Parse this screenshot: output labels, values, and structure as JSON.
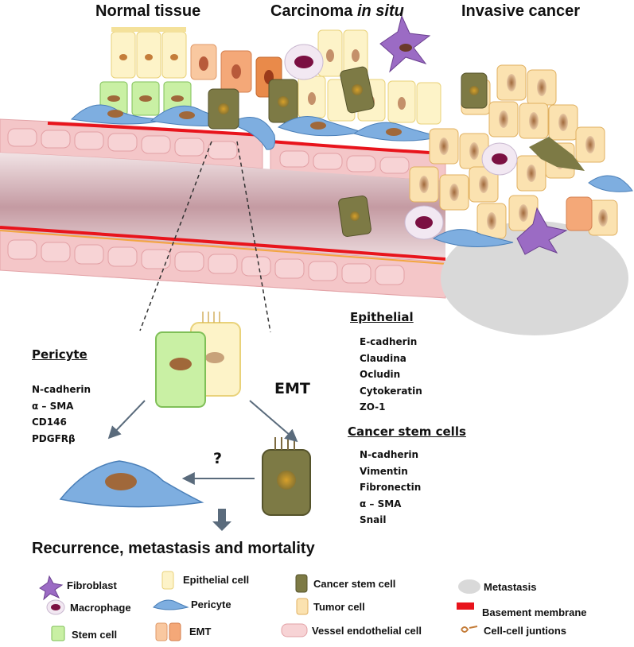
{
  "headers": {
    "normal": "Normal tissue",
    "cis_prefix": "Carcinoma ",
    "cis_italic": "in situ",
    "invasive": "Invasive cancer"
  },
  "pericyte": {
    "title": "Pericyte",
    "markers": [
      "N-cadherin",
      "α – SMA",
      "CD146",
      "PDGFRβ"
    ]
  },
  "epithelial": {
    "title": "Epithelial",
    "markers": [
      "E-cadherin",
      "Claudina",
      "Ocludin",
      "Cytokeratin",
      "ZO-1"
    ]
  },
  "csc": {
    "title": "Cancer stem cells",
    "markers": [
      "N-cadherin",
      "Vimentin",
      "Fibronectin",
      "α – SMA",
      "Snail"
    ]
  },
  "labels": {
    "emt": "EMT",
    "question": "?",
    "outcome": "Recurrence, metastasis and mortality"
  },
  "legend": {
    "fibroblast": "Fibroblast",
    "macrophage": "Macrophage",
    "stem_cell": "Stem cell",
    "epithelial_cell": "Epithelial cell",
    "pericyte": "Pericyte",
    "emt": "EMT",
    "cancer_stem_cell": "Cancer stem cell",
    "tumor_cell": "Tumor cell",
    "vessel_endothelial_cell": "Vessel endothelial cell",
    "metastasis": "Metastasis",
    "basement_membrane": "Basement membrane",
    "cell_junctions": "Cell-cell juntions"
  },
  "colors": {
    "epithelial": "#fdf3c8",
    "stem": "#c9f0a4",
    "pericyte": "#7eaee0",
    "cancer_stem": "#7d7a45",
    "tumor": "#fbe2b0",
    "emt": "#f4a878",
    "vessel": "#f4c6c8",
    "basement": "#e8141c",
    "metastasis": "#d9d9d9",
    "fibroblast": "#9b6bc4",
    "macrophage": "#7b1042"
  }
}
